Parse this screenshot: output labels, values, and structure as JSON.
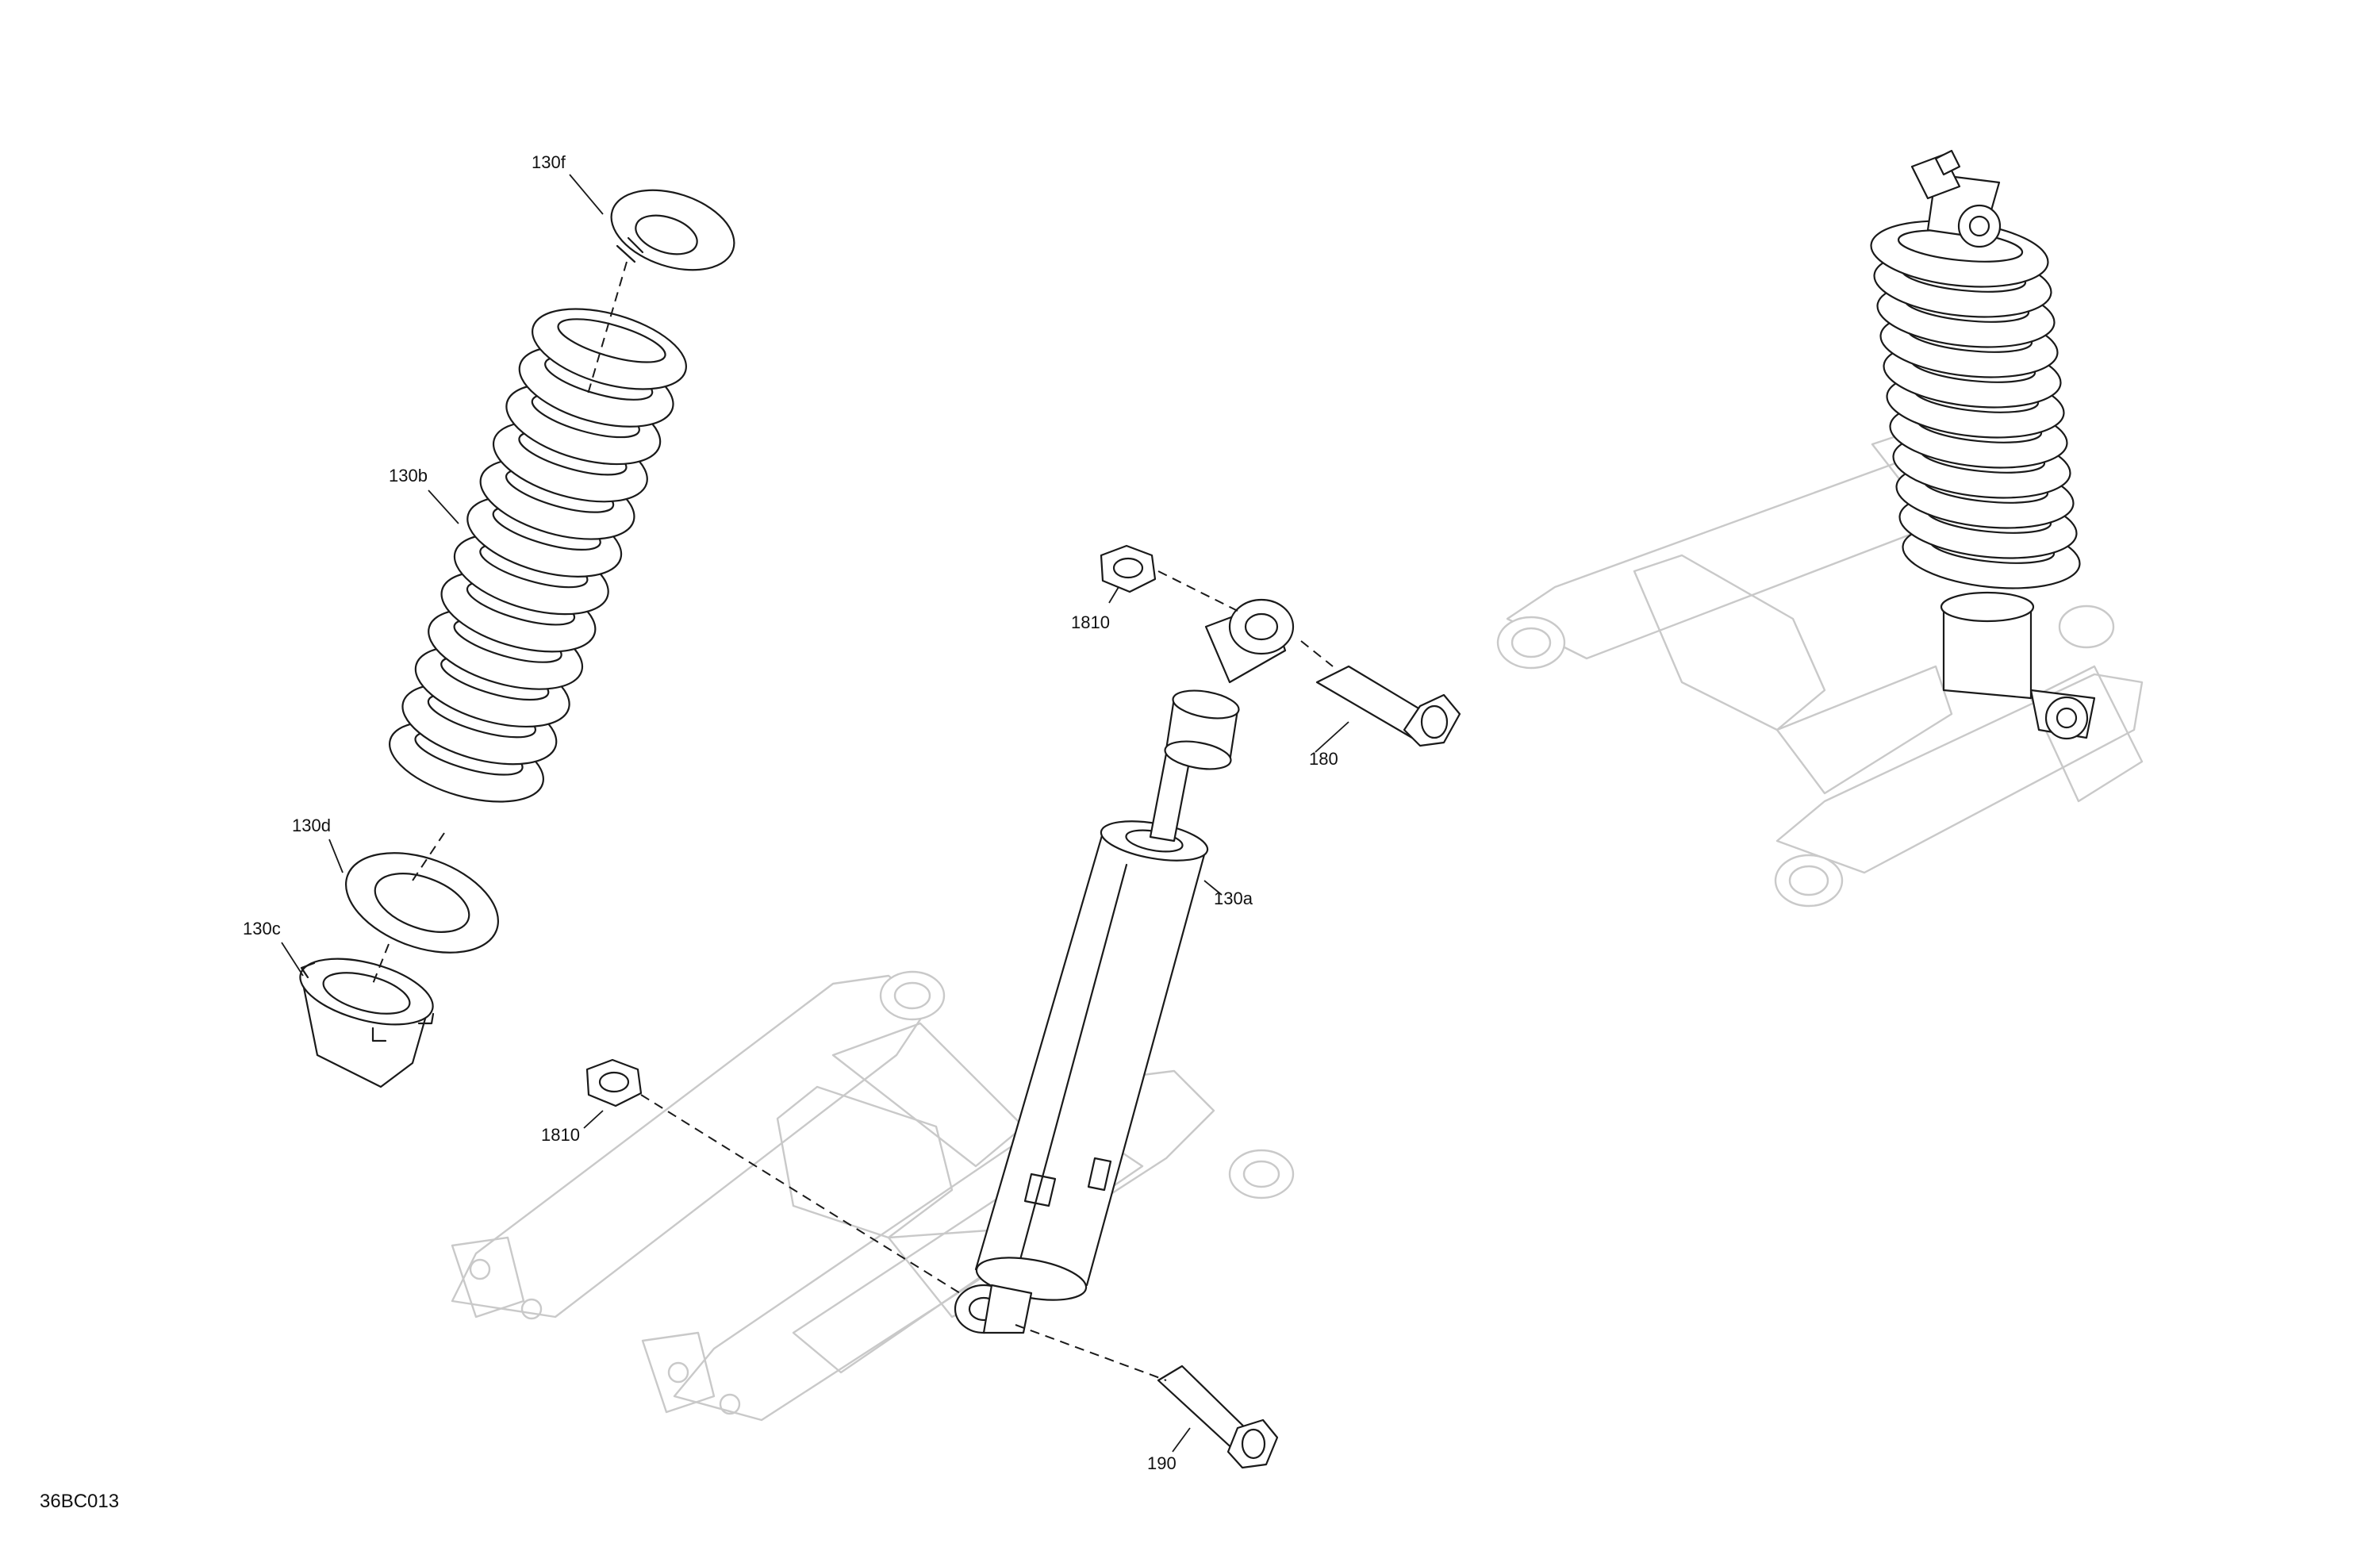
{
  "figure_id": "36BC013",
  "callouts": {
    "c130f": "130f",
    "c130b": "130b",
    "c130d": "130d",
    "c130c": "130c",
    "c1810_top": "1810",
    "c180": "180",
    "c130a": "130a",
    "c1810_bottom": "1810",
    "c190": "190"
  },
  "colors": {
    "line": "#1a1a1a",
    "ghost": "#c9c9c9",
    "background": "#ffffff"
  }
}
